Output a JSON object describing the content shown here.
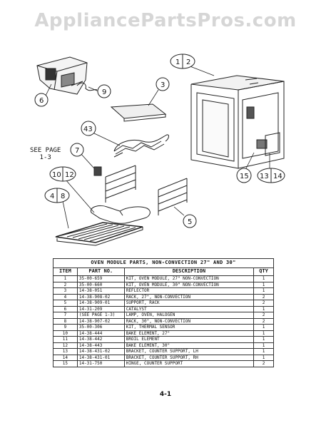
{
  "watermark": "AppliancePartsPros.com",
  "see_page": {
    "line1": "SEE PAGE",
    "line2": "1-3"
  },
  "callouts": {
    "c1": "1",
    "c2": "2",
    "c3": "3",
    "c4": "4",
    "c5": "5",
    "c6": "6",
    "c7": "7",
    "c8": "8",
    "c9": "9",
    "c10": "10",
    "c12": "12",
    "c13": "13",
    "c14": "14",
    "c15": "15",
    "c43": "43"
  },
  "table": {
    "title": "OVEN MODULE PARTS, NON-CONVECTION 27\" AND 30\"",
    "headers": {
      "item": "ITEM",
      "part": "PART NO.",
      "desc": "DESCRIPTION",
      "qty": "QTY"
    },
    "rows": [
      {
        "item": "1",
        "part": "35-00-659",
        "desc": "KIT, OVEN MODULE, 27\" NON-CONVECTION",
        "qty": "1"
      },
      {
        "item": "2",
        "part": "35-00-660",
        "desc": "KIT, OVEN MODULE, 30\" NON-CONVECTION",
        "qty": "1"
      },
      {
        "item": "3",
        "part": "14-38-051",
        "desc": "REFLECTOR",
        "qty": "1"
      },
      {
        "item": "4",
        "part": "14-38-908-02",
        "desc": "RACK, 27\", NON-CONVECTION",
        "qty": "2"
      },
      {
        "item": "5",
        "part": "14-38-909-01",
        "desc": "SUPPORT, RACK",
        "qty": "2"
      },
      {
        "item": "6",
        "part": "14-31-209",
        "desc": "CATALYST",
        "qty": "1"
      },
      {
        "item": "7",
        "part": "(SEE PAGE 1-3)",
        "desc": "LAMP, OVEN, HALOGEN",
        "qty": "2"
      },
      {
        "item": "8",
        "part": "14-38-907-02",
        "desc": "RACK, 30\", NON-CONVECTION",
        "qty": "2"
      },
      {
        "item": "9",
        "part": "35-00-306",
        "desc": "KIT, THERMAL SENSOR",
        "qty": "1"
      },
      {
        "item": "10",
        "part": "14-38-444",
        "desc": "BAKE ELEMENT, 27\"",
        "qty": "1"
      },
      {
        "item": "11",
        "part": "14-38-442",
        "desc": "BROIL ELEMENT",
        "qty": "1"
      },
      {
        "item": "12",
        "part": "14-38-443",
        "desc": "BAKE ELEMENT, 30\"",
        "qty": "1"
      },
      {
        "item": "13",
        "part": "14-38-431-02",
        "desc": "BRACKET, COUNTER SUPPORT, LH",
        "qty": "1"
      },
      {
        "item": "14",
        "part": "14-38-431-01",
        "desc": "BRACKET, COUNTER SUPPORT, RH",
        "qty": "1"
      },
      {
        "item": "15",
        "part": "14-31-750",
        "desc": "HINGE, COUNTER SUPPORT",
        "qty": "2"
      }
    ]
  },
  "page_number": "4-1"
}
